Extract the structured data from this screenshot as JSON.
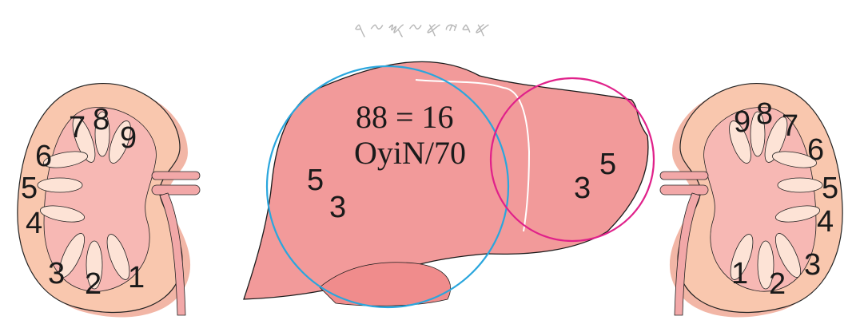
{
  "header": {
    "script_text": "𐤀𐤃𐤉𐤀𐤆𐤎𐤆𐤓"
  },
  "liver": {
    "line1": "88 = 16",
    "line2": "OyiN/70",
    "left_lobe_labels": [
      "5",
      "3"
    ],
    "right_lobe_labels": [
      "3",
      "5"
    ]
  },
  "left_kidney": {
    "labels": [
      "7",
      "8",
      "9",
      "6",
      "5",
      "4",
      "3",
      "2",
      "1"
    ]
  },
  "right_kidney": {
    "labels": [
      "9",
      "8",
      "7",
      "6",
      "5",
      "4",
      "1",
      "2",
      "3"
    ]
  },
  "colors": {
    "liver_fill": "#f29a9a",
    "kidney_outer": "#f9c7ae",
    "kidney_inner": "#f6b3b3",
    "blue_circle": "#2aa6dd",
    "magenta_circle": "#e0218a"
  }
}
